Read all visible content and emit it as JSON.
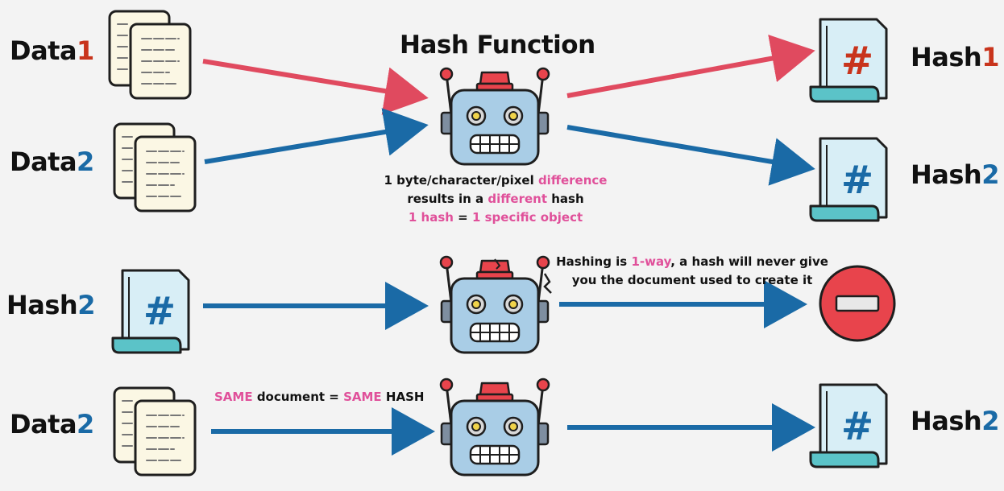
{
  "title": "Hash Function",
  "labels": {
    "row1_left": {
      "text": "Data",
      "num": "1",
      "num_color": "#c8341c"
    },
    "row2_left": {
      "text": "Data",
      "num": "2",
      "num_color": "#1a6aa6"
    },
    "row1_right": {
      "text": "Hash",
      "num": "1",
      "num_color": "#c8341c"
    },
    "row2_right": {
      "text": "Hash",
      "num": "2",
      "num_color": "#1a6aa6"
    },
    "row3_left": {
      "text": "Hash",
      "num": "2",
      "num_color": "#1a6aa6"
    },
    "row4_left": {
      "text": "Data",
      "num": "2",
      "num_color": "#1a6aa6"
    },
    "row4_right": {
      "text": "Hash",
      "num": "2",
      "num_color": "#1a6aa6"
    }
  },
  "note_difference": {
    "line1_a": "1 byte/character/pixel ",
    "line1_b": "difference",
    "line2_a": "results in a ",
    "line2_b": "different",
    "line2_c": " hash",
    "line3_a": "1 hash",
    "line3_b": " = ",
    "line3_c": "1 specific object"
  },
  "note_oneway": {
    "line1_a": "Hashing is ",
    "line1_b": "1-way",
    "line1_c": ", a hash will never give",
    "line2": "you the document used to create it"
  },
  "note_same": {
    "a": "SAME",
    "b": " document = ",
    "c": "SAME",
    "d": " HASH"
  },
  "hash_symbol": "#",
  "colors": {
    "red_arrow": "#e04a5f",
    "blue_arrow": "#1a6aa6",
    "pink_text": "#e0509a",
    "hash1_symbol": "#c8341c",
    "hash2_symbol": "#1a6aa6",
    "stop_red": "#e8444c"
  },
  "icons": [
    "document-stack-icon",
    "hash-scroll-icon",
    "robot-icon",
    "stop-sign-icon"
  ]
}
